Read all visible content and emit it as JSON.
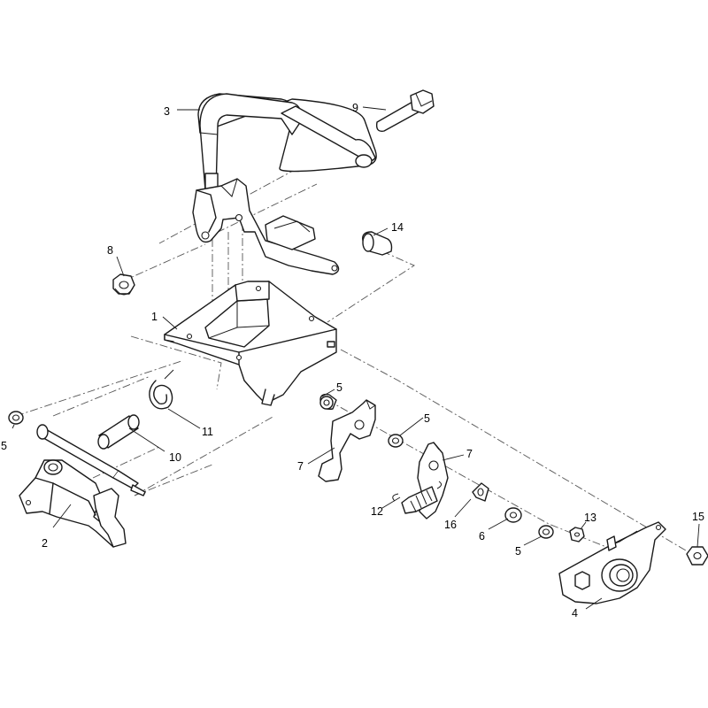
{
  "callouts": [
    {
      "id": "c1",
      "text": "1"
    },
    {
      "id": "c2",
      "text": "2"
    },
    {
      "id": "c3",
      "text": "3"
    },
    {
      "id": "c4",
      "text": "4"
    },
    {
      "id": "c5a",
      "text": "5"
    },
    {
      "id": "c5b",
      "text": "5"
    },
    {
      "id": "c5c",
      "text": "5"
    },
    {
      "id": "c5d",
      "text": "5"
    },
    {
      "id": "c6",
      "text": "6"
    },
    {
      "id": "c7a",
      "text": "7"
    },
    {
      "id": "c7b",
      "text": "7"
    },
    {
      "id": "c8",
      "text": "8"
    },
    {
      "id": "c9",
      "text": "9"
    },
    {
      "id": "c10",
      "text": "10"
    },
    {
      "id": "c11",
      "text": "11"
    },
    {
      "id": "c12",
      "text": "12"
    },
    {
      "id": "c13",
      "text": "13"
    },
    {
      "id": "c14",
      "text": "14"
    },
    {
      "id": "c15",
      "text": "15"
    },
    {
      "id": "c16",
      "text": "16"
    }
  ]
}
